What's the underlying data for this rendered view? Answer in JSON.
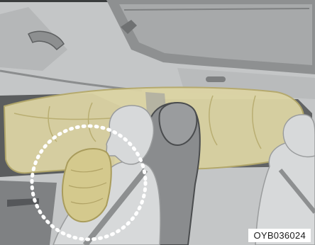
{
  "illustration": {
    "code": "OYB036024"
  },
  "colors": {
    "headliner": "#c4c6c7",
    "sunroof_glass": "#a7a9aa",
    "cabin_dark": "#3a3c3d",
    "body_panel": "#9c9ea0",
    "seat": "#8a8c8e",
    "seat_dark": "#4a4c4e",
    "mannequin": "#d7d9da",
    "airbag_fill": "#dcd4a4",
    "airbag_stroke": "#b5a96a",
    "highlight_dots": "#ffffff"
  },
  "icons": [
    "curtain-airbag",
    "side-airbag",
    "highlight-circle"
  ]
}
